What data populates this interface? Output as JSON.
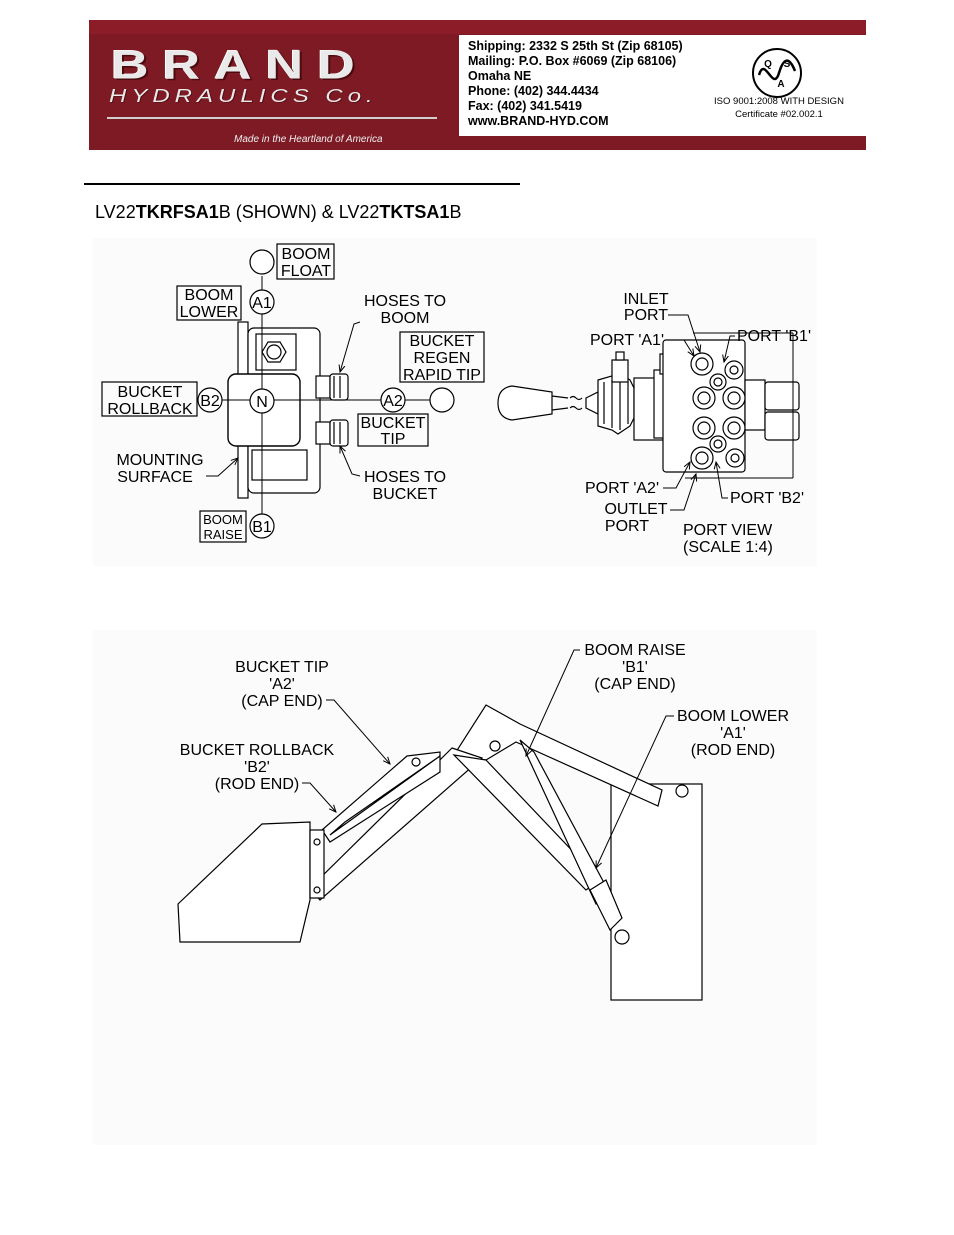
{
  "header": {
    "logo": {
      "brand": "BRAND",
      "subtitle": "HYDRAULICS Co.",
      "tagline": "Made in the Heartland of America"
    },
    "contact": {
      "shipping": "Shipping: 2332 S 25th St (Zip 68105)",
      "mailing": "Mailing: P.O. Box #6069 (Zip 68106)",
      "city": "Omaha NE",
      "phone": "Phone: (402) 344.4434",
      "fax": "Fax: (402) 341.5419",
      "web": "www.BRAND-HYD.COM"
    },
    "certification": {
      "seal_letters": [
        "Q",
        "S",
        "A"
      ],
      "line1": "ISO 9001:2008 WITH DESIGN",
      "line2": "Certificate #02.002.1"
    }
  },
  "title": {
    "p1": "LV22",
    "p2": "TKRFSA1",
    "p3": "B (SHOWN) & LV22",
    "p4": "TKTSA1",
    "p5": "B"
  },
  "valve_diagram": {
    "positions": {
      "float": "",
      "a1": "A1",
      "neutral": "N",
      "b2": "B2",
      "a2": "A2",
      "regen": "",
      "b1": "B1"
    },
    "labels": {
      "boom_float": [
        "BOOM",
        "FLOAT"
      ],
      "boom_lower": [
        "BOOM",
        "LOWER"
      ],
      "bucket_rollback": [
        "BUCKET",
        "ROLLBACK"
      ],
      "bucket_regen": [
        "BUCKET",
        "REGEN",
        "RAPID TIP"
      ],
      "bucket_tip": [
        "BUCKET",
        "TIP"
      ],
      "boom_raise": [
        "BOOM",
        "RAISE"
      ],
      "hoses_to_boom": [
        "HOSES TO",
        "BOOM"
      ],
      "hoses_to_bucket": [
        "HOSES TO",
        "BUCKET"
      ],
      "mounting_surface": [
        "MOUNTING",
        "SURFACE"
      ]
    }
  },
  "port_view": {
    "inlet_port": [
      "INLET",
      "PORT"
    ],
    "port_a1": "PORT 'A1'",
    "port_b1": "PORT 'B1'",
    "port_a2": "PORT 'A2'",
    "port_b2": "PORT 'B2'",
    "outlet_port": [
      "OUTLET",
      "PORT"
    ],
    "caption": [
      "PORT VIEW",
      "(SCALE 1:4)"
    ]
  },
  "loader_diagram": {
    "bucket_tip": [
      "BUCKET TIP",
      "'A2'",
      "(CAP END)"
    ],
    "bucket_rollback": [
      "BUCKET ROLLBACK",
      "'B2'",
      "(ROD END)"
    ],
    "boom_raise": [
      "BOOM RAISE",
      "'B1'",
      "(CAP END)"
    ],
    "boom_lower": [
      "BOOM LOWER",
      "'A1'",
      "(ROD END)"
    ]
  }
}
